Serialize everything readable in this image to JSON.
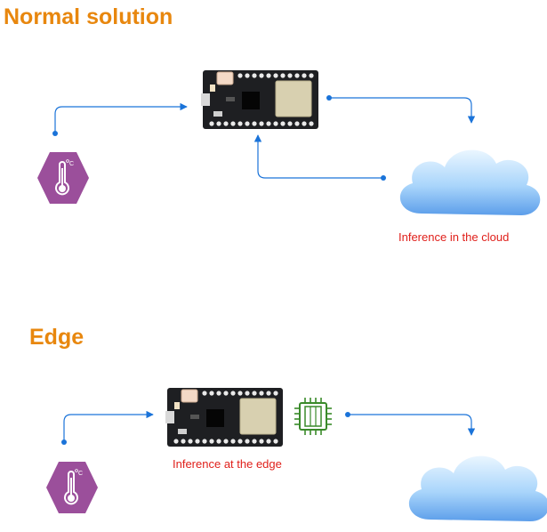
{
  "sections": {
    "normal": {
      "title": "Normal solution",
      "caption": "Inference in the cloud"
    },
    "edge": {
      "title": "Edge",
      "caption": "Inference at the edge"
    }
  },
  "icons": {
    "sensor": "thermometer-icon",
    "board": "microcontroller-board-icon",
    "cloud": "cloud-icon",
    "chip": "ai-chip-icon"
  },
  "colors": {
    "heading": "#e8870e",
    "caption": "#e0201b",
    "connector": "#1a73d9",
    "sensor": "#9b4f9b",
    "chip": "#3a8a2a"
  }
}
